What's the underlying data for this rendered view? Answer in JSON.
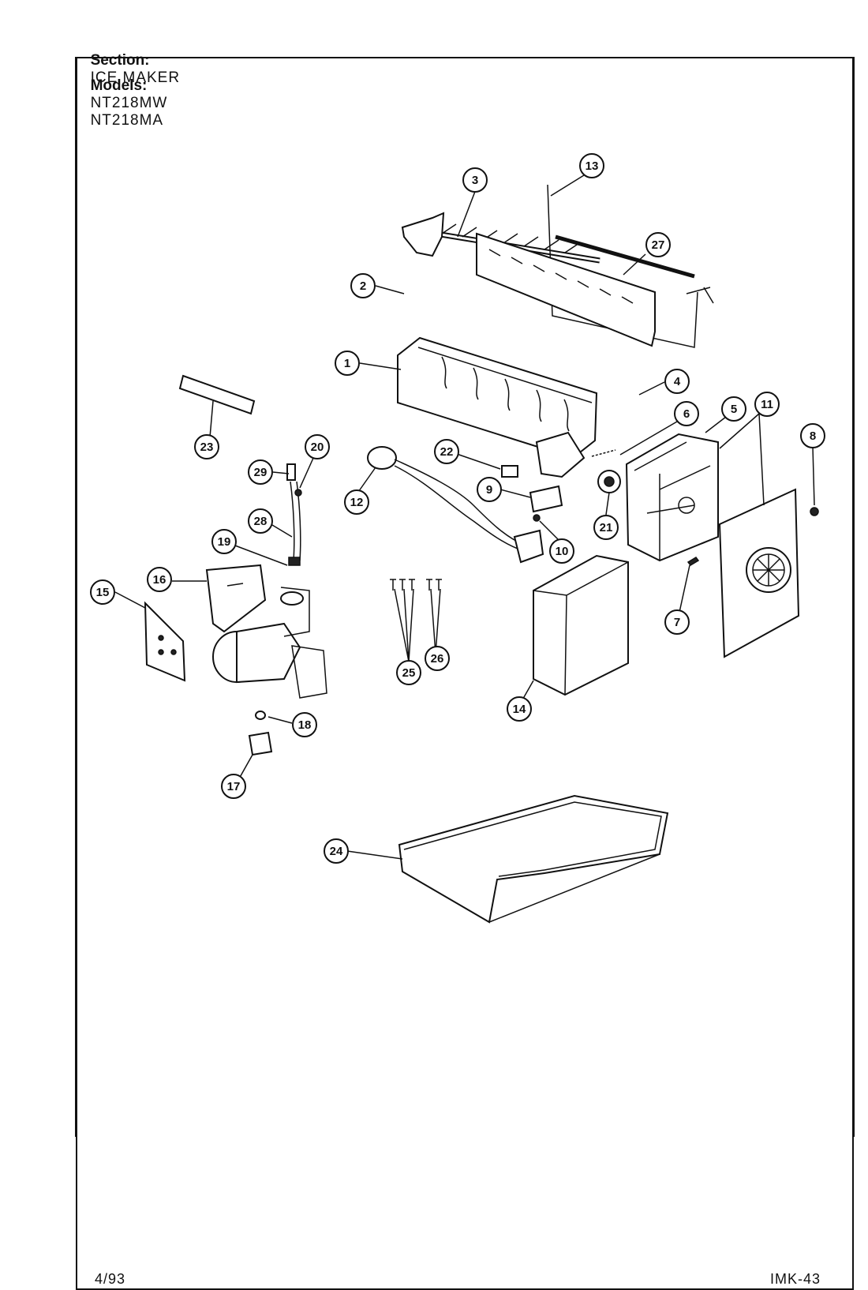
{
  "header": {
    "section_label": "Section:",
    "section_value": "ICE MAKER",
    "models_label": "Models:",
    "models_value_1": "NT218MW",
    "models_value_2": "NT218MA"
  },
  "footer": {
    "date": "4/93",
    "page_code": "IMK-43"
  },
  "callouts": [
    "1",
    "2",
    "3",
    "4",
    "5",
    "6",
    "7",
    "8",
    "9",
    "10",
    "11",
    "12",
    "13",
    "14",
    "15",
    "16",
    "17",
    "18",
    "19",
    "20",
    "21",
    "22",
    "23",
    "24",
    "25",
    "26",
    "27",
    "28",
    "29"
  ]
}
